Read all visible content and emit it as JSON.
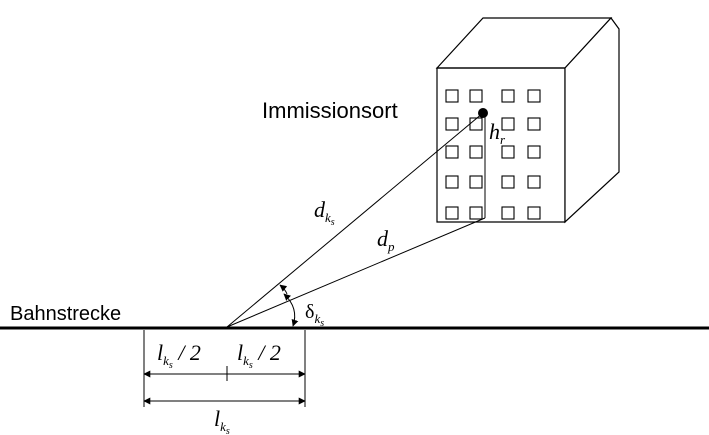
{
  "labels": {
    "immissionsort": "Immissionsort",
    "bahnstrecke": "Bahnstrecke",
    "h_main": "h",
    "h_sub": "r",
    "d_ks_main": "d",
    "d_ks_sub": "k",
    "d_ks_subsub": "s",
    "d_p_main": "d",
    "d_p_sub": "p",
    "delta_main": "δ",
    "delta_sub": "k",
    "delta_subsub": "s",
    "half_left_main": "l",
    "half_left_sub": "k",
    "half_left_subsub": "s",
    "half_left_rest": " / 2",
    "half_right_main": "l",
    "half_right_sub": "k",
    "half_right_subsub": "s",
    "half_right_rest": " / 2",
    "full_main": "l",
    "full_sub": "k",
    "full_subsub": "s"
  }
}
